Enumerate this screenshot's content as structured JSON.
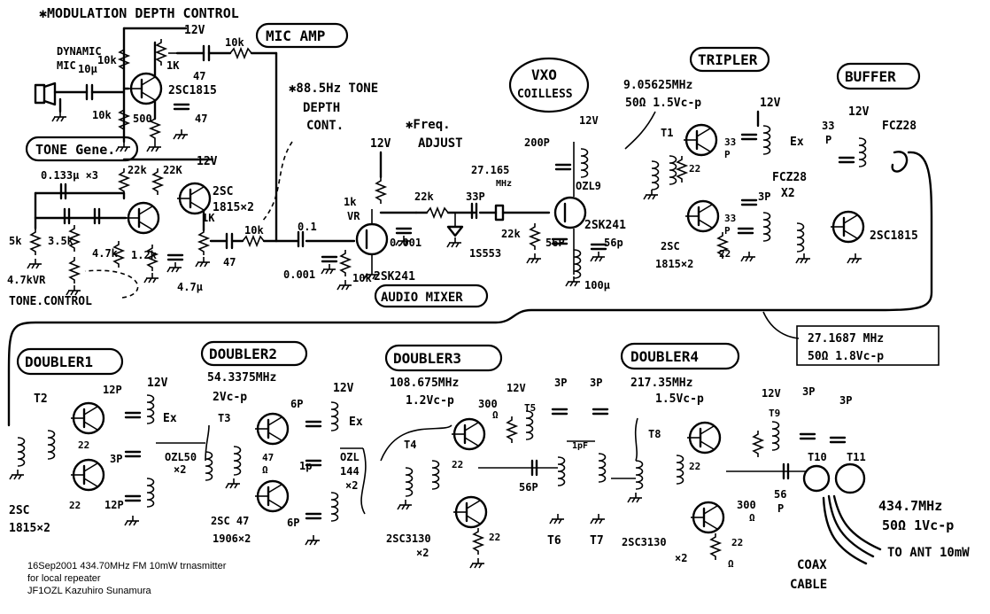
{
  "blocks": {
    "mic_amp": "MIC AMP",
    "tone_gene": "TONE Gene.",
    "audio_mixer": "AUDIO MIXER",
    "vxo": "VXO",
    "coilless": "COILLESS",
    "tripler": "TRIPLER",
    "buffer": "BUFFER",
    "doubler1": "DOUBLER1",
    "doubler2": "DOUBLER2",
    "doubler3": "DOUBLER3",
    "doubler4": "DOUBLER4"
  },
  "notes": {
    "mod_depth": "✱MODULATION DEPTH CONTROL",
    "tone_depth": "✱88.5Hz TONE",
    "tone_depth2": "DEPTH",
    "tone_depth3": "CONT.",
    "freq_adjust": "✱Freq.",
    "freq_adjust2": "ADJUST",
    "tone_control": "TONE.CONTROL",
    "dynamic_mic": "DYNAMIC",
    "dynamic_mic2": "MIC",
    "coax": "COAX",
    "coax2": "CABLE",
    "to_ant": "TO ANT 10mW"
  },
  "specs": {
    "xtal_freq": "27.165",
    "xtal_unit": "MHz",
    "tripler_freq": "9.05625MHz",
    "tripler_level": "50Ω 1.5Vc-p",
    "buffer_out": "27.1687 MHz",
    "buffer_out_level": "50Ω 1.8Vc-p",
    "d2_freq": "54.3375MHz",
    "d2_level": "2Vc-p",
    "d3_freq": "108.675MHz",
    "d3_level": "1.2Vc-p",
    "d4_freq": "217.35MHz",
    "d4_level": "1.5Vc-p",
    "out_freq": "434.7MHz",
    "out_level": "50Ω 1Vc-p"
  },
  "parts": {
    "v12": "12V",
    "r10k": "10k",
    "r1k": "1K",
    "c47": "47",
    "tr_2sc1815": "2SC1815",
    "r500": "500",
    "c10u": "10μ",
    "c0133": "0.133μ ×3",
    "r22k": "22k",
    "r22K": "22K",
    "tr_2sc_x2": "2SC",
    "tr_2sc_x2b": "1815×2",
    "r5k": "5k",
    "r35k": "3.5k",
    "r47k": "4.7k",
    "r12k": "1.2k",
    "c47u": "4.7μ",
    "vr47k": "4.7kVR",
    "c01": "0.1",
    "c0001": "0.001",
    "tr_2sk241": "2SK241",
    "vr1k": "1k",
    "vr_label": "VR",
    "c33p": "33P",
    "c200p": "200P",
    "d1s553": "1S553",
    "ozl9": "OZL9",
    "c56p": "56P",
    "c56p2": "56p",
    "c100u": "100μ",
    "t1": "T1",
    "c33": "33",
    "p": "P",
    "c3p": "3P",
    "r22": "22",
    "fcz28": "FCZ28",
    "fcz28x2": "FCZ28",
    "x2": "X2",
    "ex": "Ex",
    "t2": "T2",
    "c12p": "12P",
    "ozl50": "OZL50",
    "ozl50x2": "×2",
    "t3": "T3",
    "c6p": "6P",
    "c1p": "1p",
    "ozl144": "OZL",
    "ozl144b": "144",
    "ozl144c": "×2",
    "r47": "47",
    "tr_2sc1906": "2SC 47",
    "tr_2sc1906b": "1906×2",
    "t4": "T4",
    "t5": "T5",
    "r300": "300",
    "ohm": "Ω",
    "cap1pf": "1pF",
    "t6": "T6",
    "t7": "T7",
    "tr_2sc3130": "2SC3130",
    "tr_x2": "×2",
    "t8": "T8",
    "t9": "T9",
    "t10": "T10",
    "t11": "T11",
    "r22ohm": "22",
    "c56": "56",
    "p56": "P"
  },
  "caption": {
    "line1": "16Sep2001 434.70MHz FM 10mW trnasmitter",
    "line2": "for local repeater",
    "line3": "JF1OZL Kazuhiro Sunamura"
  }
}
